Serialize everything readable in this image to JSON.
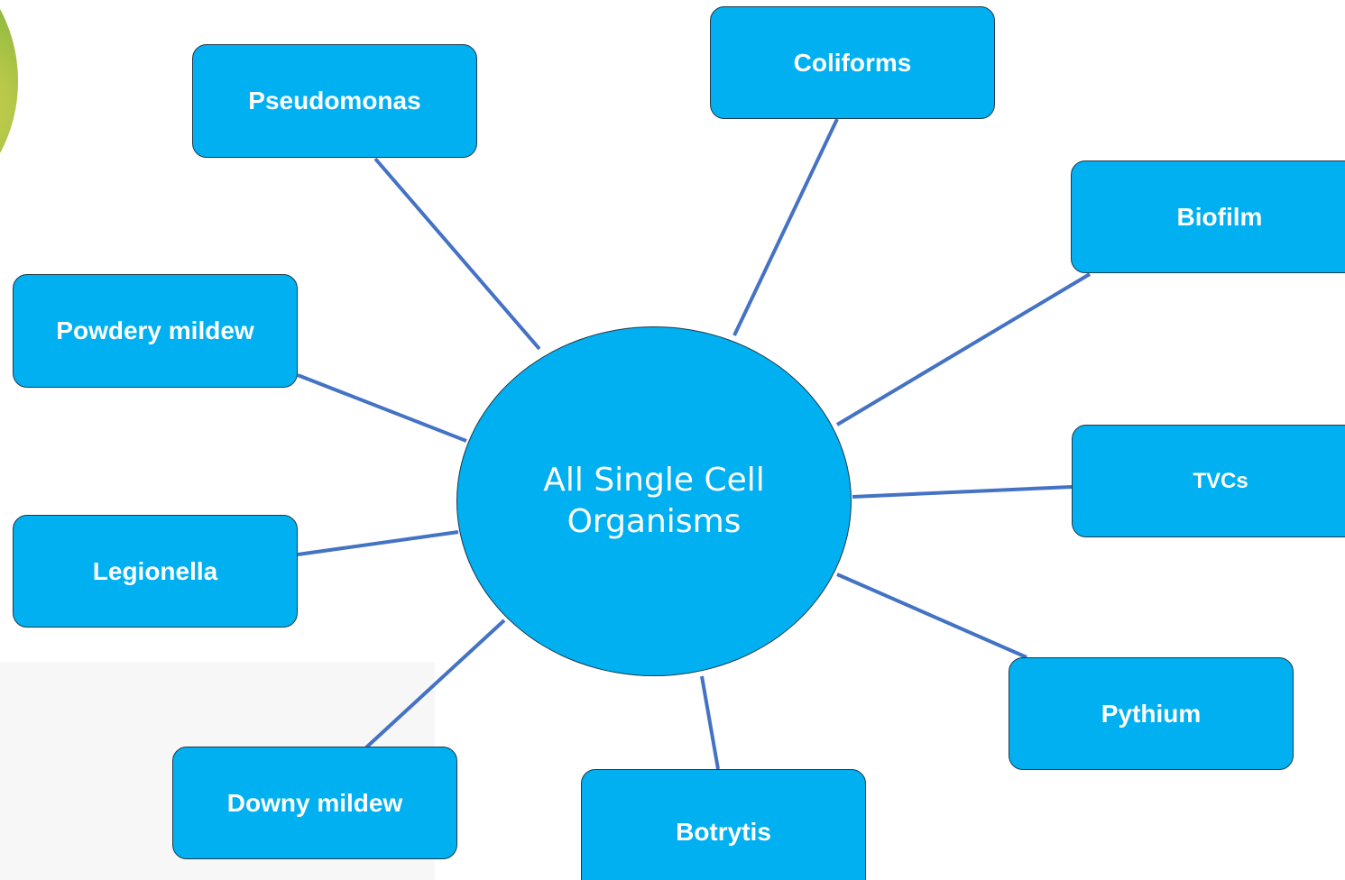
{
  "diagram": {
    "center": {
      "label": "All Single Cell Organisms"
    },
    "nodes": [
      {
        "id": "pseudomonas",
        "label": "Pseudomonas"
      },
      {
        "id": "coliforms",
        "label": "Coliforms"
      },
      {
        "id": "biofilm",
        "label": "Biofilm"
      },
      {
        "id": "powdery-mildew",
        "label": "Powdery mildew"
      },
      {
        "id": "tvcs",
        "label": "TVCs"
      },
      {
        "id": "legionella",
        "label": "Legionella"
      },
      {
        "id": "pythium",
        "label": "Pythium"
      },
      {
        "id": "downy-mildew",
        "label": "Downy mildew"
      },
      {
        "id": "botrytis",
        "label": "Botrytis"
      }
    ],
    "colors": {
      "node_fill": "#00b0f0",
      "node_border": "#1f3a4d",
      "connector": "#4472c4",
      "text": "#ffffff"
    }
  }
}
